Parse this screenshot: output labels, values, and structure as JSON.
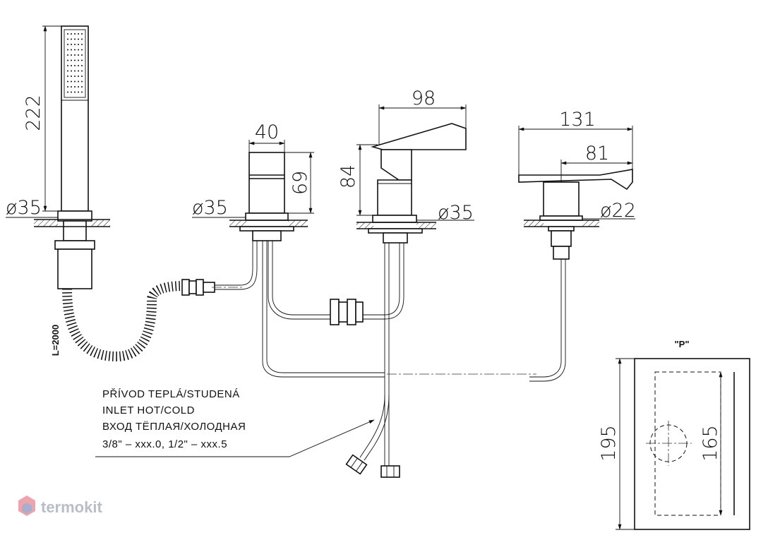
{
  "dimensions": {
    "handshower_height": "222",
    "handshower_dia": "ø35",
    "hose_length": "L=2000",
    "diverter_width": "40",
    "diverter_height": "69",
    "diverter_dia": "ø35",
    "mixer_width": "98",
    "mixer_height": "84",
    "mixer_dia": "ø35",
    "spout_width": "131",
    "spout_reach": "81",
    "spout_dia": "ø22",
    "plate_height": "195",
    "plate_inner": "165"
  },
  "detail_label": "\"P\"",
  "note_lines": [
    "PŘÍVOD TEPLÁ/STUDENÁ",
    "INLET HOT/COLD",
    "ВХОД ТЁПЛАЯ/ХОЛОДНАЯ",
    "3/8\" – xxx.0, 1/2\" – xxx.5"
  ],
  "watermark": "termokit",
  "colors": {
    "line": "#111111",
    "watermark": "#b7bec8",
    "logo_hex": "#e05a6a"
  }
}
